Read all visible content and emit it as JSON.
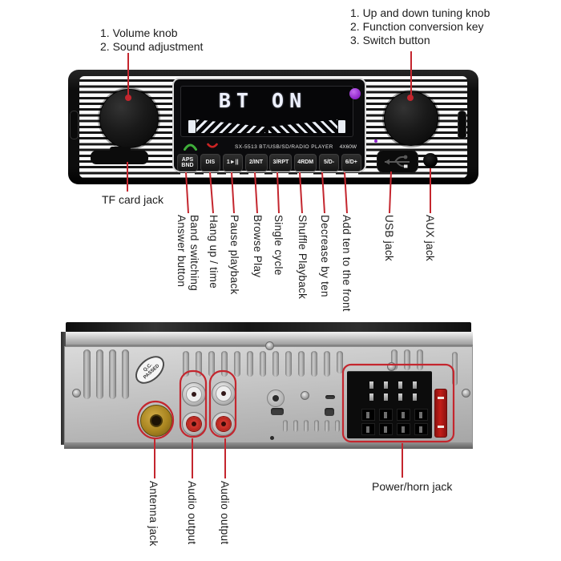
{
  "annotation_color": "#c4262e",
  "top_left_note": {
    "line1": "1. Volume knob",
    "line2": "2. Sound adjustment"
  },
  "top_right_note": {
    "line1": "1. Up and down tuning knob",
    "line2": "2. Function conversion key",
    "line3": "3. Switch button"
  },
  "front": {
    "display": {
      "status": "BT ON",
      "model": "SX-5513  BT/USB/SD/RADIO PLAYER",
      "power": "4X60W",
      "led_color": "#8d24c9",
      "phone_green": "#3fae3a",
      "phone_red": "#cc2424"
    },
    "buttons": {
      "b1_line1": "APS",
      "b1_line2": "BND",
      "b2": "DIS",
      "b3": "1►||",
      "b4": "2/INT",
      "b5": "3/RPT",
      "b6": "4RDM",
      "b7": "5/D-",
      "b8": "6/D+"
    },
    "callouts": {
      "tf": "TF card jack",
      "answer_line1": "Answer button",
      "answer_line2": "Band switching",
      "hangup": "Hang up / time",
      "pause": "Pause playback",
      "browse": "Browse Play",
      "single": "Single cycle",
      "shuffle": "Shuffle Playback",
      "decrease": "Decrease by ten",
      "addten": "Add ten to the front",
      "usb": "USB jack",
      "aux": "AUX jack"
    }
  },
  "rear": {
    "qc_line1": "Q.C.",
    "qc_line2": "PASSED",
    "callouts": {
      "antenna": "Antenna jack",
      "audio1": "Audio output",
      "audio2": "Audio output",
      "power": "Power/horn jack"
    }
  }
}
